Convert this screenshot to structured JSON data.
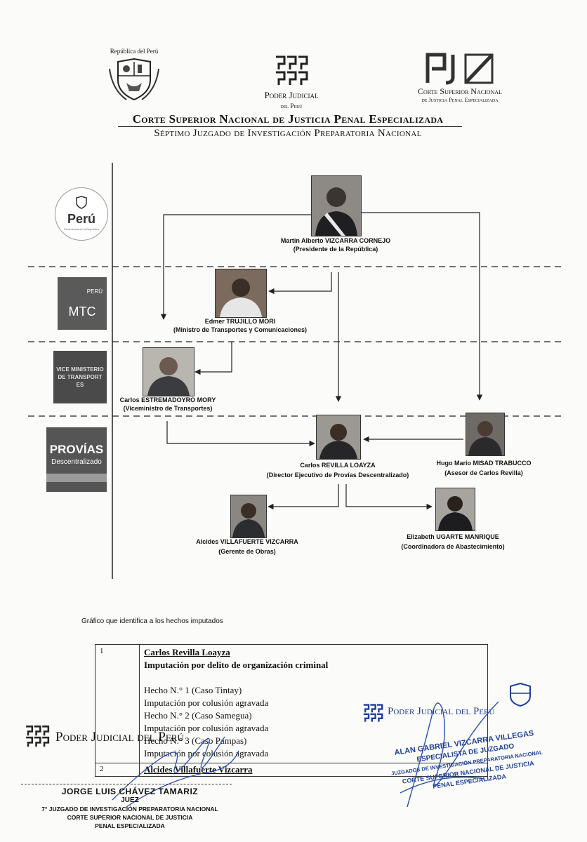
{
  "header": {
    "peru_seal_caption": "República del Perú",
    "pj_name": "Poder Judicial",
    "pj_sub": "del Perú",
    "csn_name": "Corte Superior Nacional",
    "csn_sub": "de Justicia Penal Especializada",
    "title": "Corte Superior Nacional de Justicia Penal Especializada",
    "subtitle": "Séptimo Juzgado de Investigación Preparatoria Nacional"
  },
  "side_logos": {
    "peru": "Perú",
    "peru_small": "Presidencia de la República",
    "mtc_country": "PERÚ",
    "mtc": "MTC",
    "vice": "VICE MINISTERIO DE TRANSPORT ES",
    "provias": "PROVÍAS",
    "provias_sub": "Descentralizado"
  },
  "people": {
    "vizcarra": {
      "name": "Martín Alberto VIZCARRA CORNEJO",
      "role": "(Presidente de la República)"
    },
    "trujillo": {
      "name": "Edmer TRUJILLO MORI",
      "role": "(Ministro de Transportes y Comunicaciones)"
    },
    "estremadoyro": {
      "name": "Carlos ESTREMADOYRO MORY",
      "role": "(Viceministro de Transportes)"
    },
    "revilla": {
      "name": "Carlos REVILLA LOAYZA",
      "role": "(Director Ejecutivo de Provías Descentralizado)"
    },
    "misad": {
      "name": "Hugo Mario MISAD TRABUCCO",
      "role": "(Asesor de Carlos Revilla)"
    },
    "villafuerte": {
      "name": "Alcides VILLAFUERTE VIZCARRA",
      "role": "(Gerente de Obras)"
    },
    "ugarte": {
      "name": "Elizabeth UGARTE MANRIQUE",
      "role": "(Coordinadora de Abastecimiento)"
    }
  },
  "caption": "Gráfico que identifica a los hechos imputados",
  "table": {
    "rows": [
      {
        "num": "1",
        "name": "Carlos Revilla Loayza",
        "heading": "Imputación por delito de organización criminal",
        "lines": [
          "Hecho N.° 1 (Caso Tintay)",
          "Imputación por colusión agravada",
          "Hecho N.° 2 (Caso Samegua)",
          "Imputación por colusión agravada",
          "Hecho N.° 3 (Caso Pampas)",
          "Imputación por colusión agravada"
        ]
      },
      {
        "num": "2",
        "name": "Alcides Villafuerte Vizcarra"
      }
    ]
  },
  "stamps": {
    "pj_left": "Poder Judicial del Perú",
    "pj_right": "Poder Judicial del Perú",
    "judge_name": "JORGE LUIS CHÁVEZ TAMARIZ",
    "judge_title": "JUEZ",
    "judge_court": "7° JUZGADO DE INVESTIGACIÓN PREPARATORIA NACIONAL",
    "judge_court2": "CORTE SUPERIOR NACIONAL DE JUSTICIA",
    "judge_court3": "PENAL ESPECIALIZADA",
    "clerk_name": "ALAN GABRIEL VIZCARRA VILLEGAS",
    "clerk_title": "ESPECIALISTA DE JUZGADO",
    "clerk_court": "JUZGADOS DE INVESTIGACIÓN PREPARATORIA NACIONAL",
    "clerk_court2": "CORTE SUPERIOR NACIONAL DE JUSTICIA",
    "clerk_court3": "PENAL ESPECIALIZADA"
  },
  "colors": {
    "ink": "#111111",
    "stamp_blue": "#1e3f9a",
    "provias_red": "#b5312c"
  }
}
